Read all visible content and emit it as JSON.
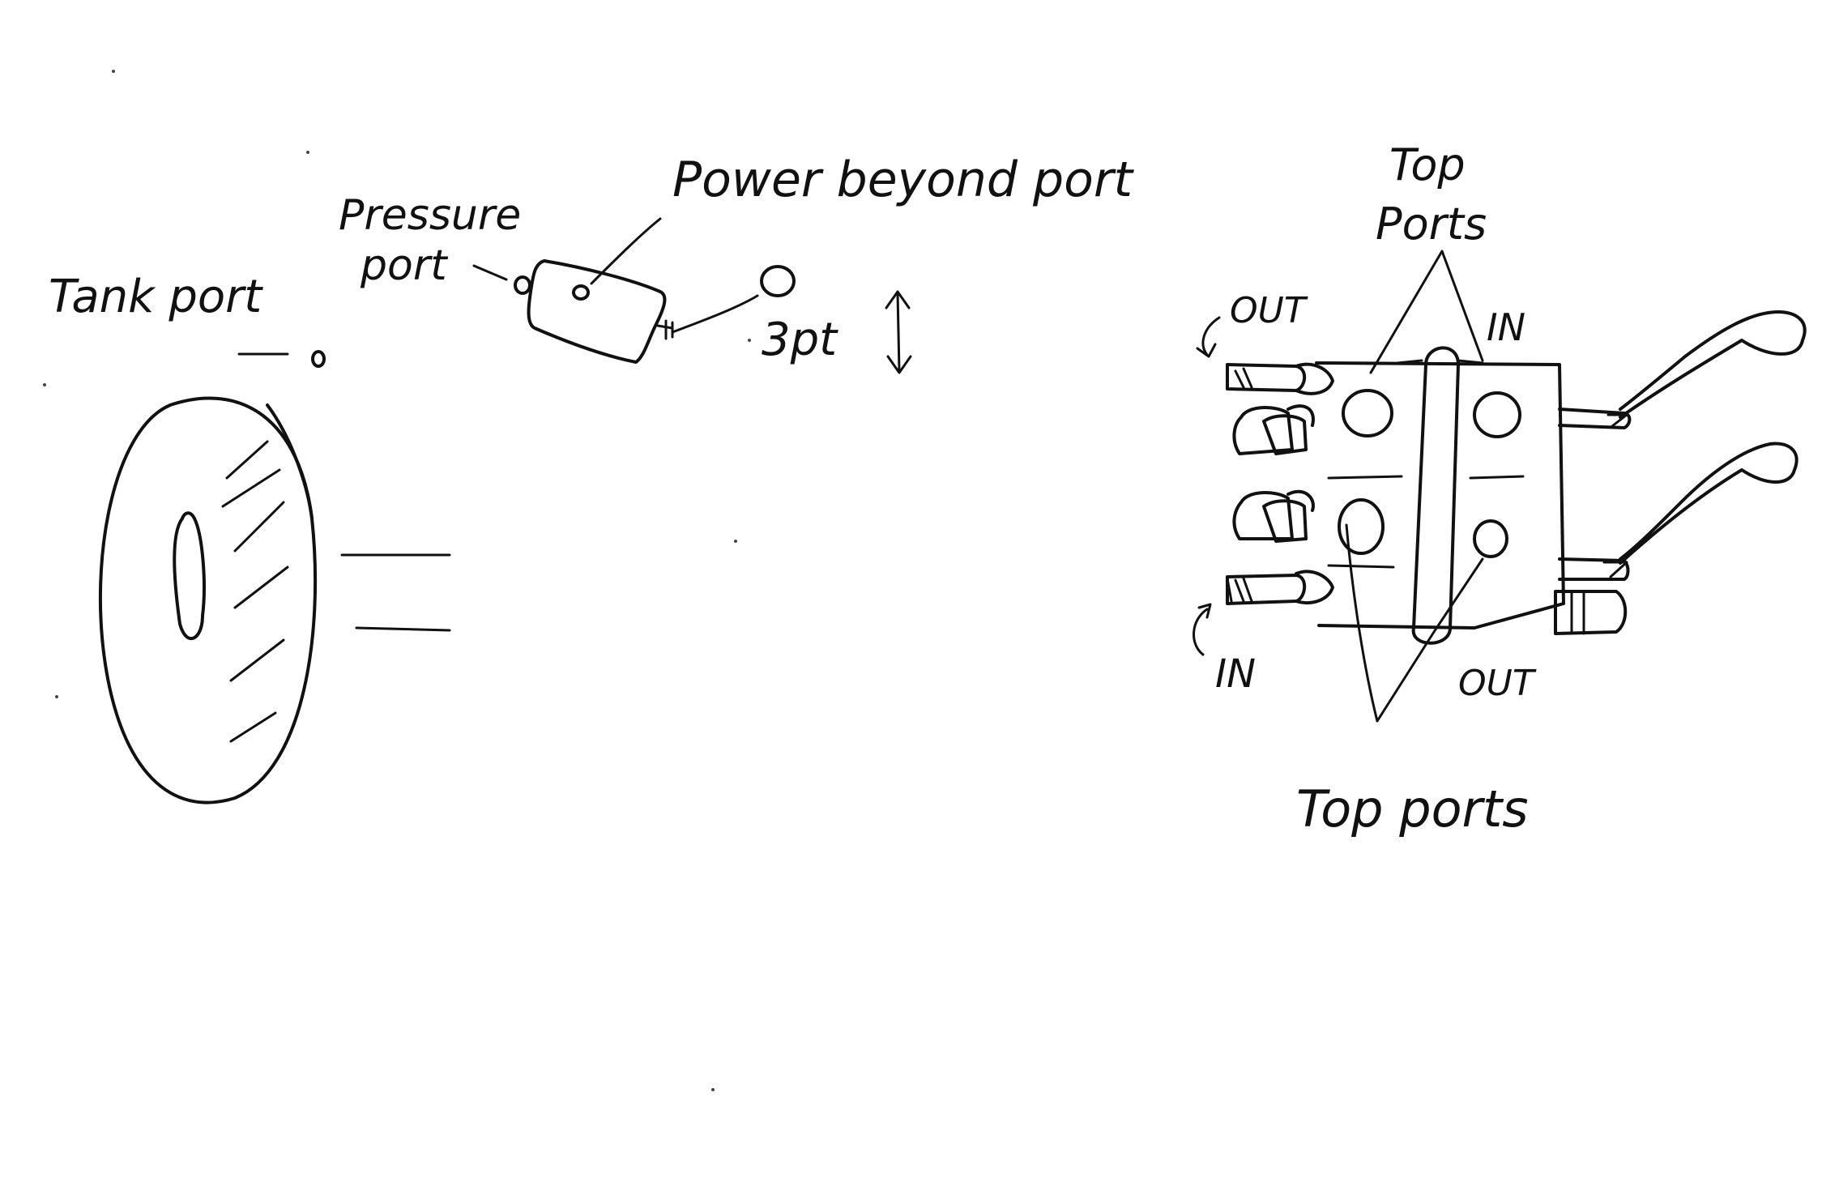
{
  "labels": {
    "tank_port": "Tank port",
    "pressure_port_line1": "Pressure",
    "pressure_port_line2": "port",
    "power_beyond_port": "Power beyond port",
    "three_pt": "3pt",
    "top_ports_upper_line1": "Top",
    "top_ports_upper_line2": "Ports",
    "out_upper_left": "OUT",
    "in_upper_right": "IN",
    "in_lower_left": "IN",
    "out_lower_right": "OUT",
    "top_ports_lower": "Top ports"
  },
  "colors": {
    "ink": "#111111",
    "paper": "#ffffff"
  }
}
